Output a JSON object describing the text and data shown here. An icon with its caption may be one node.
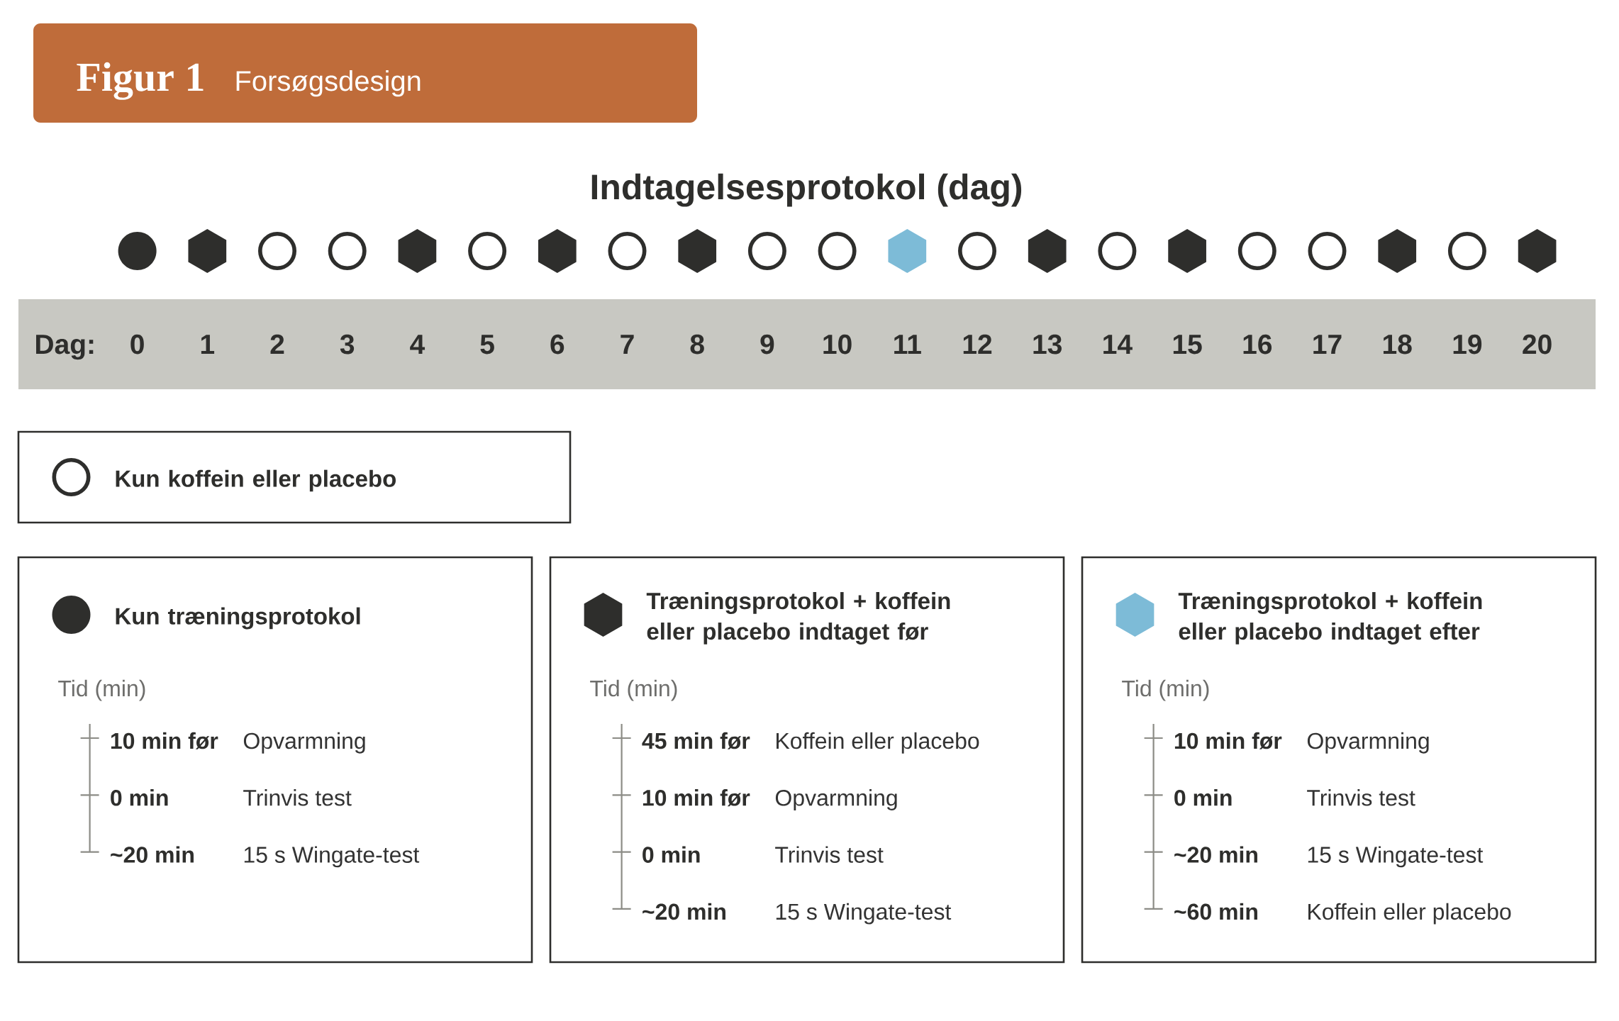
{
  "diagram": {
    "title": "Indtagelsesprotokol (dag)",
    "nodes": [
      {
        "text": [
          "Figur 1",
          "Forsøgsdesign"
        ]
      },
      {
        "text": [
          "Dag:",
          "0",
          "1",
          "2",
          "3",
          "4",
          "5",
          "6",
          "7",
          "8",
          "9",
          "10",
          "11",
          "12",
          "13",
          "14",
          "15",
          "16",
          "17",
          "18",
          "19",
          "20"
        ]
      },
      {
        "text": [],
        "shape": "dot"
      },
      {
        "text": [],
        "shape": "hexagon"
      },
      {
        "text": [],
        "shape": "circle"
      },
      {
        "text": [],
        "shape": "circle"
      },
      {
        "text": [],
        "shape": "hexagon"
      },
      {
        "text": [],
        "shape": "circle"
      },
      {
        "text": [],
        "shape": "hexagon"
      },
      {
        "text": [],
        "shape": "circle"
      },
      {
        "text": [],
        "shape": "hexagon"
      },
      {
        "text": [],
        "shape": "circle"
      },
      {
        "text": [],
        "shape": "circle"
      },
      {
        "text": [],
        "shape": "blue-hexagon"
      },
      {
        "text": [],
        "shape": "circle"
      },
      {
        "text": [],
        "shape": "hexagon"
      },
      {
        "text": [],
        "shape": "circle"
      },
      {
        "text": [],
        "shape": "hexagon"
      },
      {
        "text": [],
        "shape": "circle"
      },
      {
        "text": [],
        "shape": "circle"
      },
      {
        "text": [],
        "shape": "hexagon"
      },
      {
        "text": [],
        "shape": "circle"
      },
      {
        "text": [],
        "shape": "hexagon"
      },
      {
        "text": [
          "Kun koffein eller placebo"
        ]
      },
      {
        "text": [],
        "shape": "circle",
        "in": 23
      },
      {
        "text": [
          "Kun træningsprotokol",
          "Tid (min)",
          "10 min før",
          "Opvarmning",
          "0 min",
          "Trinvis test",
          "~20 min",
          "15 s Wingate-test"
        ]
      },
      {
        "text": [],
        "shape": "dot",
        "in": 25
      },
      {
        "text": [
          "Træningsprotokol + koffein eller placebo indtaget før",
          "Tid (min)",
          "45 min før",
          "Koffein eller placebo",
          "10 min før",
          "Opvarmning",
          "0 min",
          "Trinvis test",
          "~20 min",
          "15 s Wingate-test"
        ]
      },
      {
        "text": [],
        "shape": "hexagon",
        "in": 27
      },
      {
        "text": [
          "Træningsprotokol + koffein eller placebo indtaget efter",
          "Tid (min)",
          "10 min før",
          "Opvarmning",
          "0 min",
          "Trinvis test",
          "~20 min",
          "15 s Wingate-test",
          "~60 min",
          "Koffein eller placebo"
        ]
      },
      {
        "text": [],
        "shape": "blue-hexagon",
        "in": 29
      }
    ]
  }
}
